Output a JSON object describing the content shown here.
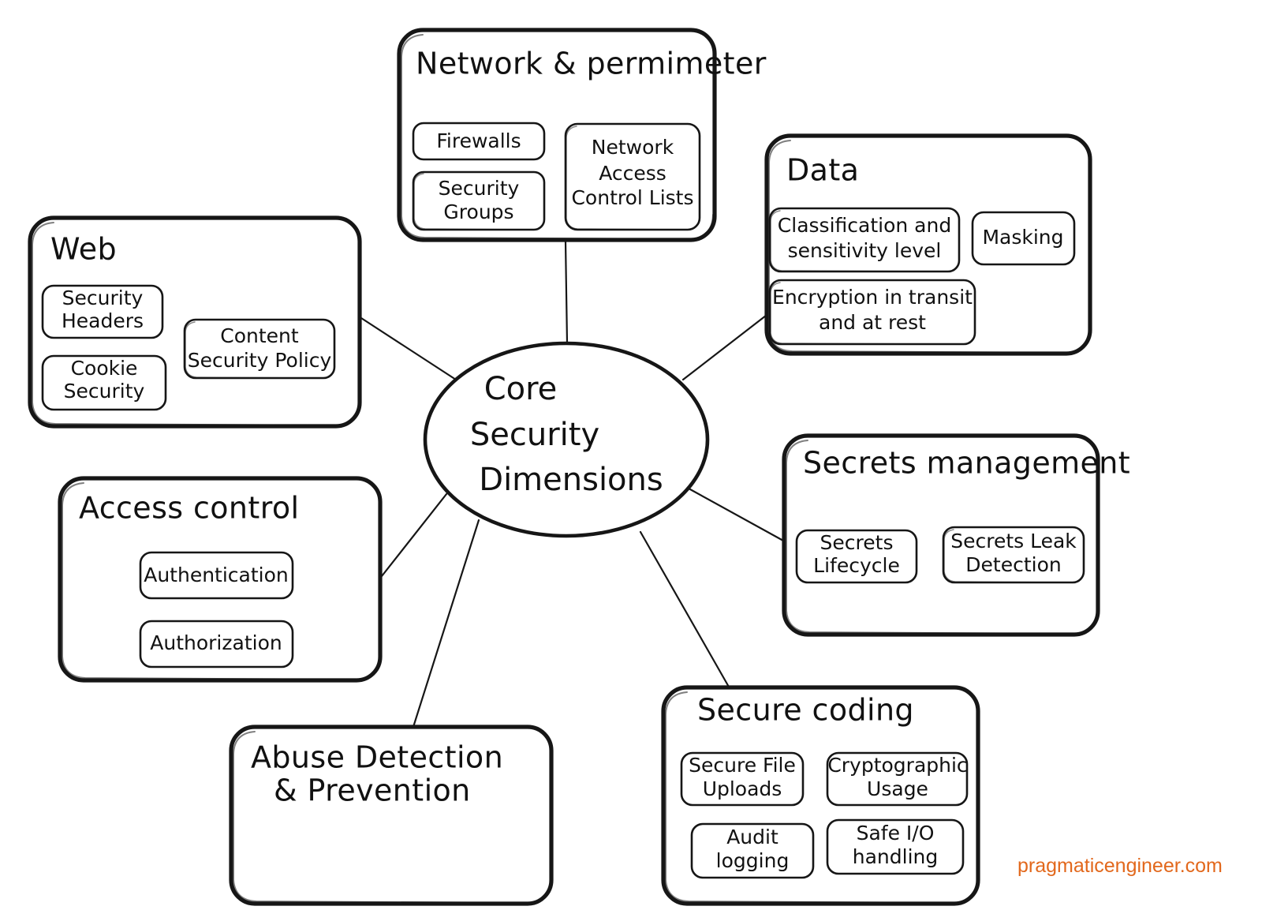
{
  "diagram": {
    "title": "Core Security Dimensions",
    "style": "hand-drawn mind map",
    "stroke_color": "#161616",
    "background_color": "#ffffff",
    "center": {
      "lines": [
        "Core",
        "Security",
        "Dimensions"
      ]
    },
    "watermark": {
      "text": "pragmaticengineer.com",
      "color": "#E2681C"
    },
    "groups": [
      {
        "id": "network-perimeter",
        "title": "Network & permimeter",
        "items": [
          "Firewalls",
          "Security Groups",
          "Network Access Control Lists"
        ]
      },
      {
        "id": "data",
        "title": "Data",
        "items": [
          "Classification and sensitivity level",
          "Masking",
          "Encryption in transit and at rest"
        ]
      },
      {
        "id": "web",
        "title": "Web",
        "items": [
          "Security Headers",
          "Cookie Security",
          "Content Security Policy"
        ]
      },
      {
        "id": "secrets-management",
        "title": "Secrets management",
        "items": [
          "Secrets Lifecycle",
          "Secrets Leak Detection"
        ]
      },
      {
        "id": "access-control",
        "title": "Access control",
        "items": [
          "Authentication",
          "Authorization"
        ]
      },
      {
        "id": "secure-coding",
        "title": "Secure coding",
        "items": [
          "Secure File Uploads",
          "Cryptographic Usage",
          "Audit logging",
          "Safe I/O handling"
        ]
      },
      {
        "id": "abuse-detection",
        "title": "Abuse Detection & Prevention",
        "items": []
      }
    ]
  },
  "labels": {
    "center_line_1": "Core",
    "center_line_2": "Security",
    "center_line_3": "Dimensions",
    "network_title": "Network & permimeter",
    "network_item_firewalls": "Firewalls",
    "network_item_secgroups_l1": "Security",
    "network_item_secgroups_l2": "Groups",
    "network_item_nacl_l1": "Network",
    "network_item_nacl_l2": "Access",
    "network_item_nacl_l3": "Control Lists",
    "data_title": "Data",
    "data_item_classification_l1": "Classification and",
    "data_item_classification_l2": "sensitivity level",
    "data_item_masking": "Masking",
    "data_item_encryption_l1": "Encryption in transit",
    "data_item_encryption_l2": "and at rest",
    "web_title": "Web",
    "web_item_headers_l1": "Security",
    "web_item_headers_l2": "Headers",
    "web_item_cookie_l1": "Cookie",
    "web_item_cookie_l2": "Security",
    "web_item_csp_l1": "Content",
    "web_item_csp_l2": "Security Policy",
    "secrets_title": "Secrets management",
    "secrets_item_lifecycle_l1": "Secrets",
    "secrets_item_lifecycle_l2": "Lifecycle",
    "secrets_item_leak_l1": "Secrets Leak",
    "secrets_item_leak_l2": "Detection",
    "access_title": "Access control",
    "access_item_authn": "Authentication",
    "access_item_authz": "Authorization",
    "coding_title": "Secure coding",
    "coding_item_uploads_l1": "Secure File",
    "coding_item_uploads_l2": "Uploads",
    "coding_item_crypto_l1": "Cryptographic",
    "coding_item_crypto_l2": "Usage",
    "coding_item_audit_l1": "Audit",
    "coding_item_audit_l2": "logging",
    "coding_item_safeio_l1": "Safe I/O",
    "coding_item_safeio_l2": "handling",
    "abuse_title_l1": "Abuse Detection",
    "abuse_title_l2": "& Prevention",
    "watermark": "pragmaticengineer.com"
  }
}
